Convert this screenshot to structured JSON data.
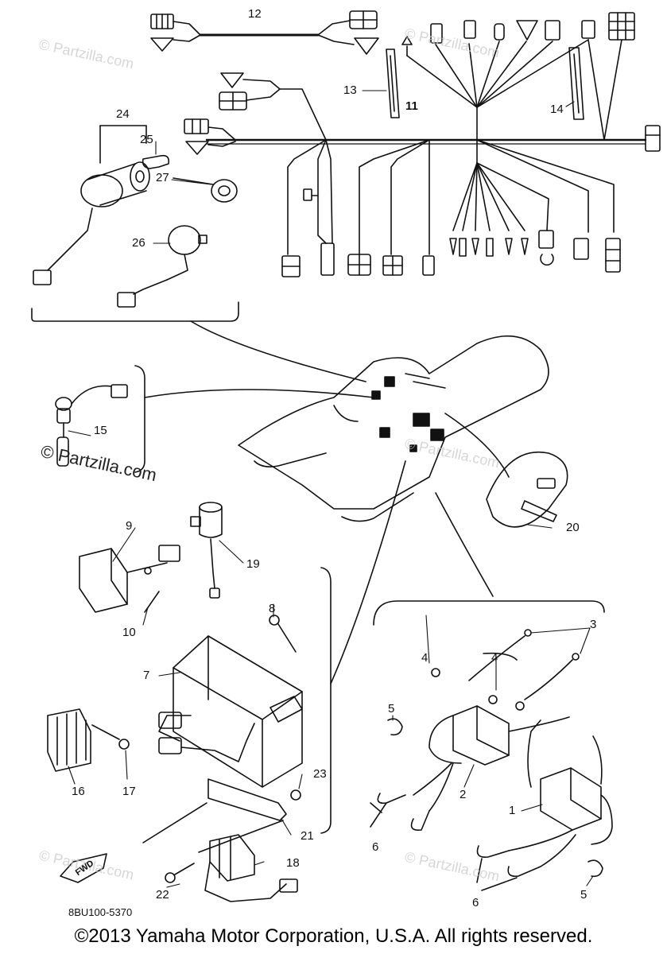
{
  "diagram": {
    "callouts": [
      {
        "id": "1",
        "bold": false
      },
      {
        "id": "2",
        "bold": false
      },
      {
        "id": "3",
        "bold": false
      },
      {
        "id": "4a",
        "text": "4",
        "bold": false
      },
      {
        "id": "4b",
        "text": "4",
        "bold": false
      },
      {
        "id": "5a",
        "text": "5",
        "bold": false
      },
      {
        "id": "5b",
        "text": "5",
        "bold": false
      },
      {
        "id": "6a",
        "text": "6",
        "bold": false
      },
      {
        "id": "6b",
        "text": "6",
        "bold": false
      },
      {
        "id": "7",
        "bold": false
      },
      {
        "id": "8",
        "bold": false
      },
      {
        "id": "9",
        "bold": false
      },
      {
        "id": "10",
        "bold": false
      },
      {
        "id": "11",
        "bold": true
      },
      {
        "id": "12",
        "bold": false
      },
      {
        "id": "13",
        "bold": false
      },
      {
        "id": "14",
        "bold": false
      },
      {
        "id": "15",
        "bold": false
      },
      {
        "id": "16",
        "bold": false
      },
      {
        "id": "17",
        "bold": false
      },
      {
        "id": "18",
        "bold": false
      },
      {
        "id": "19",
        "bold": false
      },
      {
        "id": "20",
        "bold": false
      },
      {
        "id": "21",
        "bold": false
      },
      {
        "id": "22",
        "bold": false
      },
      {
        "id": "23",
        "bold": false
      },
      {
        "id": "24",
        "bold": false
      },
      {
        "id": "25",
        "bold": false
      },
      {
        "id": "26",
        "bold": false
      },
      {
        "id": "27",
        "bold": false
      }
    ],
    "labels": {
      "c1": "1",
      "c2": "2",
      "c3": "3",
      "c4a": "4",
      "c4b": "4",
      "c5a": "5",
      "c5b": "5",
      "c6a": "6",
      "c6b": "6",
      "c7": "7",
      "c8": "8",
      "c9": "9",
      "c10": "10",
      "c11": "11",
      "c12": "12",
      "c13": "13",
      "c14": "14",
      "c15": "15",
      "c16": "16",
      "c17": "17",
      "c18": "18",
      "c19": "19",
      "c20": "20",
      "c21": "21",
      "c22": "22",
      "c23": "23",
      "c24": "24",
      "c25": "25",
      "c26": "26",
      "c27": "27"
    },
    "fwd_label": "FWD",
    "drawing_code": "8BU100-5370",
    "watermark_text": "© Partzilla.com",
    "watermark_strong": "© Partzilla.com"
  },
  "footer": {
    "copyright": "©2013 Yamaha Motor Corporation, U.S.A. All rights reserved."
  },
  "colors": {
    "line": "#111111",
    "watermark": "#c9c9c9",
    "background": "#ffffff"
  }
}
